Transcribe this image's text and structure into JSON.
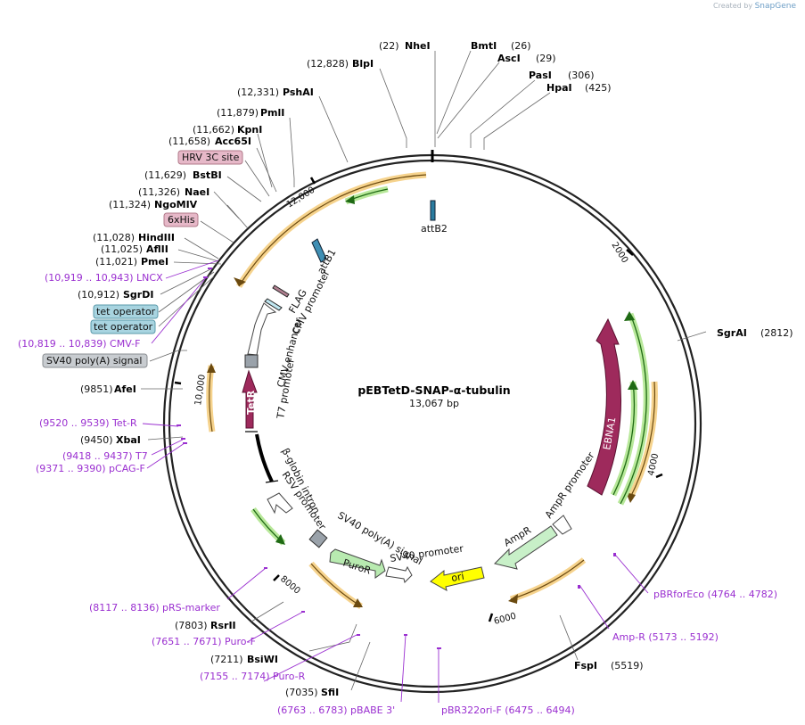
{
  "watermark": {
    "prefix": "Created by",
    "brand": "SnapGene"
  },
  "plasmid": {
    "name": "pEBTetD-SNAP-α-tubulin",
    "length": "13,067 bp"
  },
  "ticks": [
    "2000",
    "4000",
    "6000",
    "8000",
    "10,000",
    "12,000"
  ],
  "sites": {
    "NheI": {
      "pos": "(22)",
      "name": "NheI"
    },
    "BmtI": {
      "pos": "(26)",
      "name": "BmtI"
    },
    "AscI": {
      "pos": "(29)",
      "name": "AscI"
    },
    "PasI": {
      "pos": "(306)",
      "name": "PasI"
    },
    "HpaI": {
      "pos": "(425)",
      "name": "HpaI"
    },
    "BlpI": {
      "pos": "(12,828)",
      "name": "BlpI"
    },
    "PshAI": {
      "pos": "(12,331)",
      "name": "PshAI"
    },
    "PmlI": {
      "pos": "(11,879)",
      "name": "PmlI"
    },
    "KpnI": {
      "pos": "(11,662)",
      "name": "KpnI"
    },
    "Acc65I": {
      "pos": "(11,658)",
      "name": "Acc65I"
    },
    "BstBI": {
      "pos": "(11,629)",
      "name": "BstBI"
    },
    "NaeI": {
      "pos": "(11,326)",
      "name": "NaeI"
    },
    "NgoMIV": {
      "pos": "(11,324)",
      "name": "NgoMIV"
    },
    "HindIII": {
      "pos": "(11,028)",
      "name": "HindIII"
    },
    "AflII": {
      "pos": "(11,025)",
      "name": "AflII"
    },
    "PmeI": {
      "pos": "(11,021)",
      "name": "PmeI"
    },
    "SgrDI": {
      "pos": "(10,912)",
      "name": "SgrDI"
    },
    "AfeI": {
      "pos": "(9851)",
      "name": "AfeI"
    },
    "XbaI": {
      "pos": "(9450)",
      "name": "XbaI"
    },
    "SgrAI": {
      "pos": "(2812)",
      "name": "SgrAI"
    },
    "FspI": {
      "pos": "(5519)",
      "name": "FspI"
    },
    "RsrII": {
      "pos": "(7803)",
      "name": "RsrII"
    },
    "BsiWI": {
      "pos": "(7211)",
      "name": "BsiWI"
    },
    "SfiI": {
      "pos": "(7035)",
      "name": "SfiI"
    }
  },
  "primers": {
    "LNCX": "(10,919 .. 10,943)  LNCX",
    "CMVF": "(10,819 .. 10,839)  CMV-F",
    "TetR": "(9520 .. 9539)  Tet-R",
    "T7": "(9418 .. 9437)  T7",
    "pCAGF": "(9371 .. 9390)  pCAG-F",
    "pRSmarker": "(8117 .. 8136)  pRS-marker",
    "PuroF": "(7651 .. 7671)  Puro-F",
    "PuroR": "(7155 .. 7174)  Puro-R",
    "pBABE3": "(6763 .. 6783)  pBABE 3'",
    "pBR322oriF": "pBR322ori-F    (6475 .. 6494)",
    "AmpR": "Amp-R    (5173 .. 5192)",
    "pBRforEco": "pBRforEco    (4764 .. 4782)"
  },
  "boxes": {
    "HRV": "HRV 3C site",
    "HisTag": "6xHis",
    "tetop1": "tet operator",
    "tetop2": "tet operator",
    "SV40pA": "SV40 poly(A) signal"
  },
  "features": {
    "attB2": "attB2",
    "attB1": "attB1",
    "FLAG": "FLAG",
    "CMVpromoter": "CMV promoter",
    "CMVenhancer": "CMV enhancer",
    "T7promoter": "T7 promoter",
    "TetR": "TetR",
    "bglobin": "β-globin intron",
    "RSVpromoter": "RSV promoter",
    "SV40pA2": "SV40 poly(A) signal",
    "SV40promoter": "SV40 promoter",
    "PuroR": "PuroR",
    "ori": "ori",
    "AmpR": "AmpR",
    "AmpRpromoter": "AmpR promoter",
    "EBNA1": "EBNA1"
  },
  "colors": {
    "backbone": "#222222",
    "orange": "#e8a23a",
    "green": "#3aa02a",
    "maroon": "#9e2a5c",
    "yellow": "#ffff00",
    "primer": "#9a2fd0",
    "pinkbox": "#e6b8c8",
    "bluebox": "#a8d4e0",
    "graybox": "#c8ccd0"
  }
}
